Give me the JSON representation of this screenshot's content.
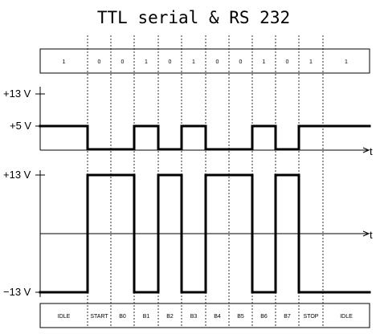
{
  "title": "TTL serial & RS 232",
  "bit_values": [
    "1",
    "0",
    "0",
    "1",
    "0",
    "1",
    "0",
    "0",
    "1",
    "0",
    "1",
    "1"
  ],
  "segment_labels": [
    "IDLE",
    "START",
    "B0",
    "B1",
    "B2",
    "B3",
    "B4",
    "B5",
    "B6",
    "B7",
    "STOP",
    "IDLE"
  ],
  "ttl": {
    "label_top": "+13 V",
    "label_high": "+5 V",
    "axis_label": "t",
    "levels": [
      1,
      0,
      0,
      1,
      0,
      1,
      0,
      0,
      1,
      0,
      1,
      1
    ]
  },
  "rs232": {
    "label_top": "+13 V",
    "label_bottom": "−13 V",
    "axis_label": "t",
    "levels": [
      -1,
      1,
      1,
      -1,
      1,
      -1,
      1,
      1,
      -1,
      1,
      -1,
      -1
    ]
  }
}
